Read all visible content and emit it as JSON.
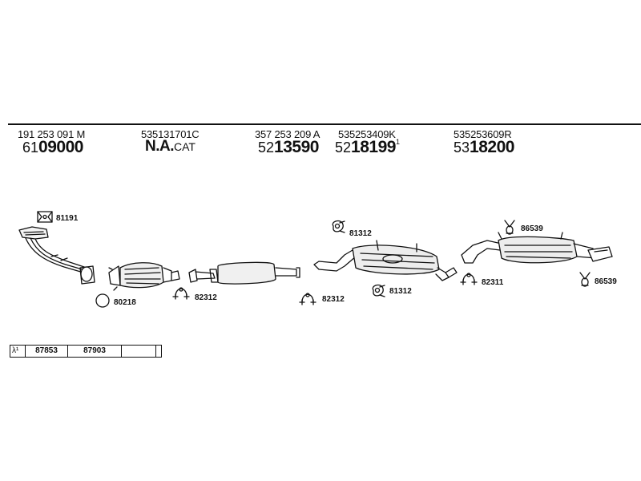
{
  "parts": [
    {
      "oem": "191 253 091 M",
      "prefix": "61",
      "number": "09000",
      "suffix": ""
    },
    {
      "oem": "535131701C",
      "prefix": "",
      "number": "N.A.",
      "suffix": "CAT"
    },
    {
      "oem": "357 253 209 A",
      "prefix": "52",
      "number": "13590",
      "suffix": ""
    },
    {
      "oem": "535253409K",
      "prefix": "52",
      "number": "18199",
      "suffix": "1"
    },
    {
      "oem": "535253609R",
      "prefix": "53",
      "number": "18200",
      "suffix": ""
    }
  ],
  "accessories": {
    "gasket_top": "81191",
    "ring": "80218",
    "clamp_1": "82312",
    "clamp_2": "82312",
    "hanger_top": "81312",
    "hanger_bottom": "81312",
    "clamp_3": "82311",
    "rubber_top": "86539",
    "rubber_bottom": "86539"
  },
  "kit_row": {
    "lambda": "λ¹",
    "col1": "87853",
    "col2": "87903",
    "col3": ""
  }
}
